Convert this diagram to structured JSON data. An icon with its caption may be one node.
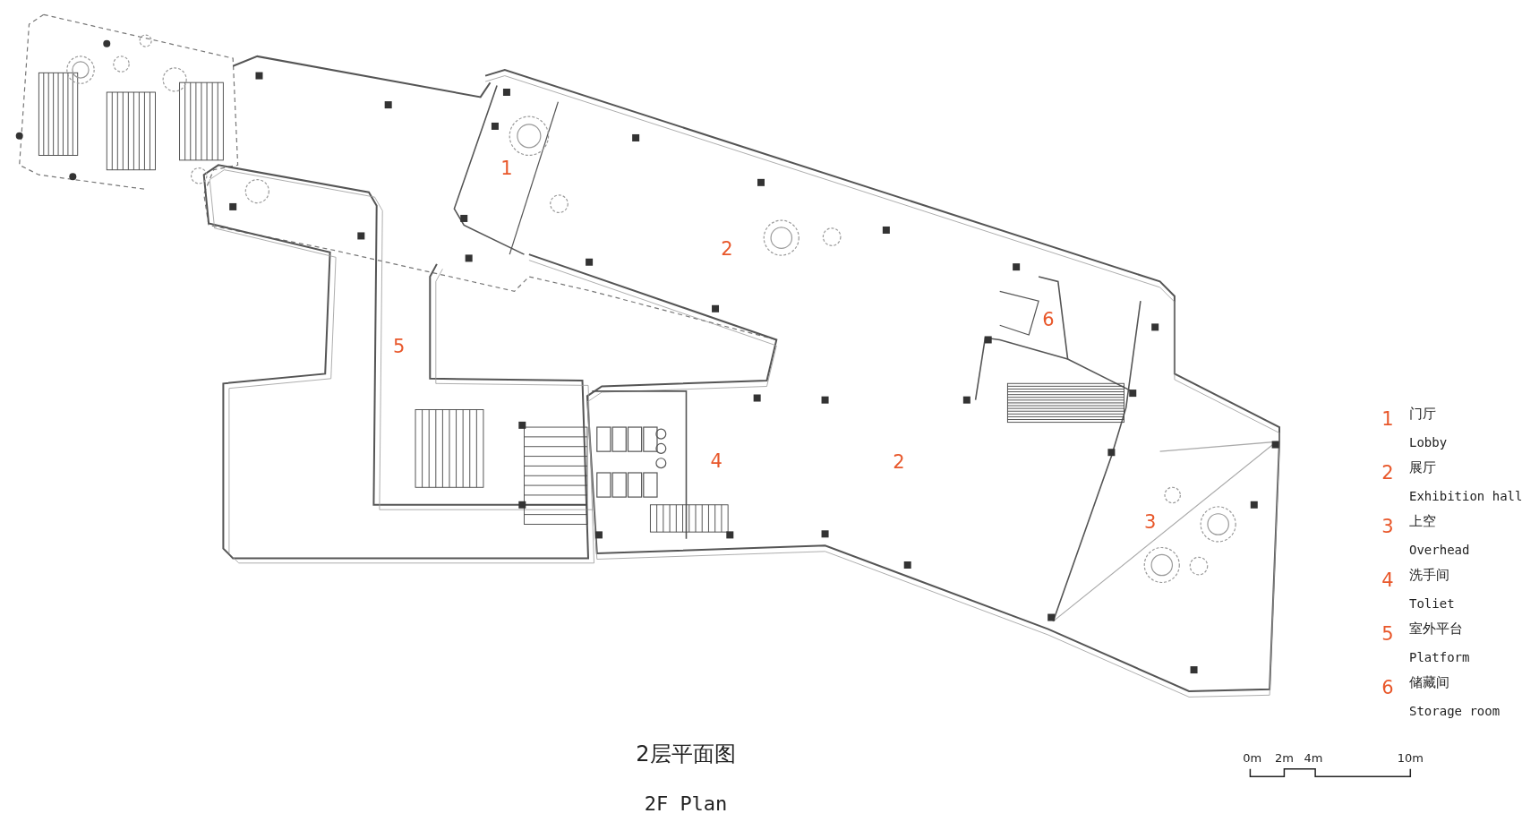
{
  "diagram": {
    "title": "2层平面图",
    "caption": "2F Plan",
    "labels": [
      "1",
      "2",
      "5",
      "6",
      "4",
      "2",
      "3",
      "1",
      "门厅",
      "Lobby",
      "2",
      "展厅",
      "Exhibition hall",
      "3",
      "上空",
      "Overhead",
      "4",
      "洗手间",
      "Toliet",
      "5",
      "室外平台",
      "Platform",
      "6",
      "储藏间",
      "Storage room",
      "0m",
      "2m",
      "4m",
      "10m"
    ]
  }
}
